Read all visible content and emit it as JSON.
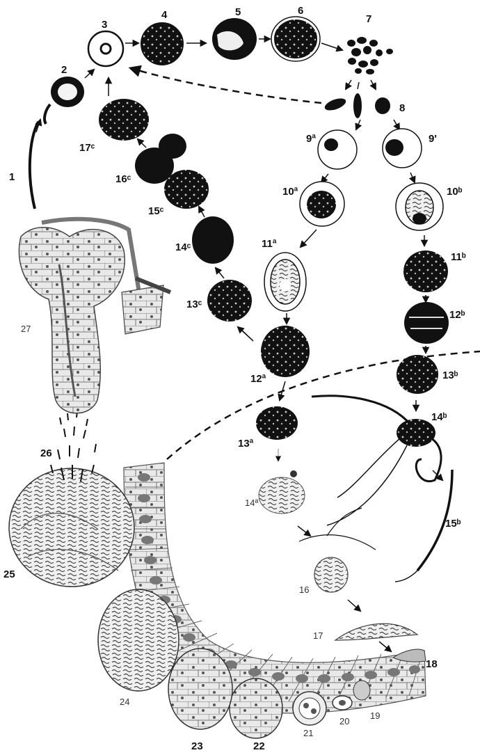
{
  "figure": {
    "labels": {
      "l1": "1",
      "l2": "2",
      "l3": "3",
      "l4": "4",
      "l5": "5",
      "l6": "6",
      "l7": "7",
      "l8": "8",
      "l9a": "9ª",
      "l9b": "9'",
      "l10a": "10ª",
      "l10b": "10ᵇ",
      "l11a": "11ª",
      "l11b": "11ᵇ",
      "l12a": "12ª",
      "l12b": "12ᵇ",
      "l13a": "13ª",
      "l13b": "13ᵇ",
      "l14a": "14ª",
      "l14b": "14ᵇ",
      "l15b": "15ᵇ",
      "l13c": "13ᶜ",
      "l14c": "14ᶜ",
      "l15c": "15ᶜ",
      "l16c": "16ᶜ",
      "l17c": "17ᶜ",
      "l16": "16",
      "l17": "17",
      "l18": "18",
      "l19": "19",
      "l20": "20",
      "l21": "21",
      "l22": "22",
      "l23": "23",
      "l24": "24",
      "l25": "25",
      "l26": "26",
      "l27": "27"
    }
  }
}
